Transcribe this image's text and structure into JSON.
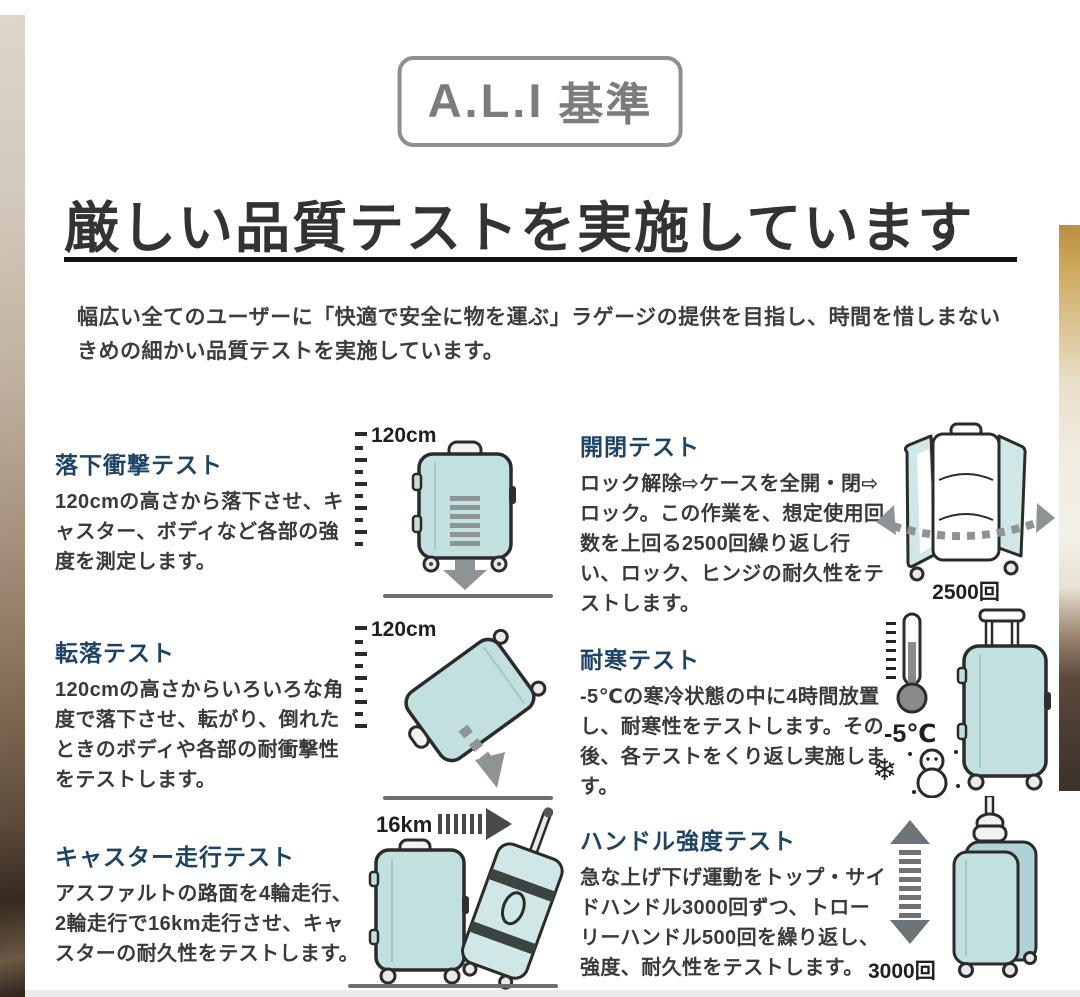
{
  "badge": {
    "logo": "A.L.I",
    "suffix": "基準"
  },
  "heading": {
    "title": "厳しい品質テストを実施しています"
  },
  "intro": {
    "line1": "幅広い全てのユーザーに「快適で安全に物を運ぶ」ラゲージの提供を目指し、時間を惜しまない",
    "line2": "きめの細かい品質テストを実施しています。"
  },
  "tests": [
    {
      "title": "落下衝撃テスト",
      "body": "120cmの高さから落下させ、キャスター、ボディなど各部の強度を測定します。",
      "label": "120cm"
    },
    {
      "title": "開閉テスト",
      "body": "ロック解除⇨ケースを全開・閉⇨ロック。この作業を、想定使用回数を上回る2500回繰り返し行い、ロック、ヒンジの耐久性をテストします。",
      "label": "2500回"
    },
    {
      "title": "転落テスト",
      "body": "120cmの高さからいろいろな角度で落下させ、転がり、倒れたときのボディや各部の耐衝撃性をテストします。",
      "label": "120cm"
    },
    {
      "title": "耐寒テスト",
      "body": "-5℃の寒冷状態の中に4時間放置し、耐寒性をテストします。その後、各テストをくり返し実施します。",
      "label": "-5℃"
    },
    {
      "title": "キャスター走行テスト",
      "body": "アスファルトの路面を4輪走行、2輪走行で16km走行させ、キャスターの耐久性をテストします。",
      "label": "16km"
    },
    {
      "title": "ハンドル強度テスト",
      "body": "急な上げ下げ運動をトップ・サイドハンドル3000回ずつ、トローリーハンドル500回を繰り返し、強度、耐久性をテストします。",
      "label": "3000回"
    }
  ],
  "icons": {
    "snowflake": "❄"
  },
  "colors": {
    "title_blue": "#1d4365",
    "suitcase_fill": "#c3e0e1",
    "suitcase_fill_light": "#cfe7e7",
    "outline": "#2b2b2b",
    "arrow_gray": "#8e9496",
    "logo_gray": "#7c7c7c",
    "heading_dark": "#333333"
  }
}
